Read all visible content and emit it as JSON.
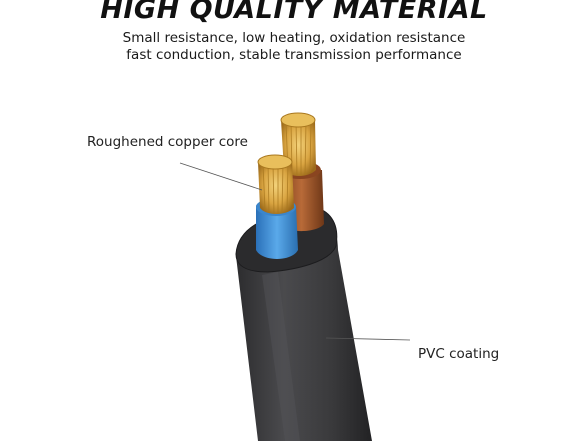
{
  "heading": "HIGH QUALITY MATERIAL",
  "subtitle_line1": "Small resistance, low heating, oxidation resistance",
  "subtitle_line2": "fast conduction, stable transmission performance",
  "callouts": {
    "copper_core": "Roughened copper core",
    "pvc": "PVC coating"
  },
  "colors": {
    "jacket": "#3a3a3c",
    "blue_insulation": "#3d8fd6",
    "brown_insulation": "#a0522d",
    "copper": "#d9a441"
  }
}
